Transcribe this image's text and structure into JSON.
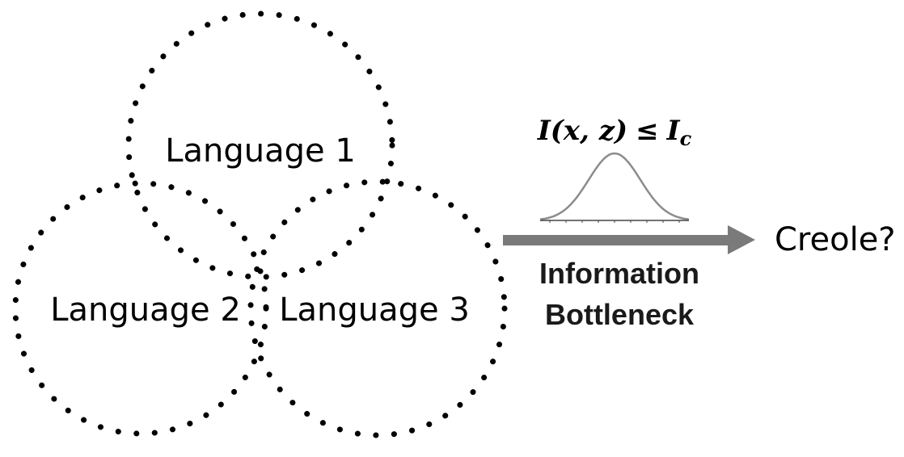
{
  "circles": [
    {
      "id": "lang1",
      "label": "Language 1"
    },
    {
      "id": "lang2",
      "label": "Language 2"
    },
    {
      "id": "lang3",
      "label": "Language 3"
    }
  ],
  "bottleneck": {
    "line1": "Information",
    "line2": "Bottleneck"
  },
  "formula": {
    "lhs": "I(x, z)",
    "op": "≤",
    "rhs": "I",
    "rhs_sub": "c"
  },
  "output_label": "Creole?",
  "colors": {
    "dots": "#000000",
    "arrow": "#7a7a7a",
    "curve": "#8c8c8c",
    "baseline": "#444444"
  }
}
